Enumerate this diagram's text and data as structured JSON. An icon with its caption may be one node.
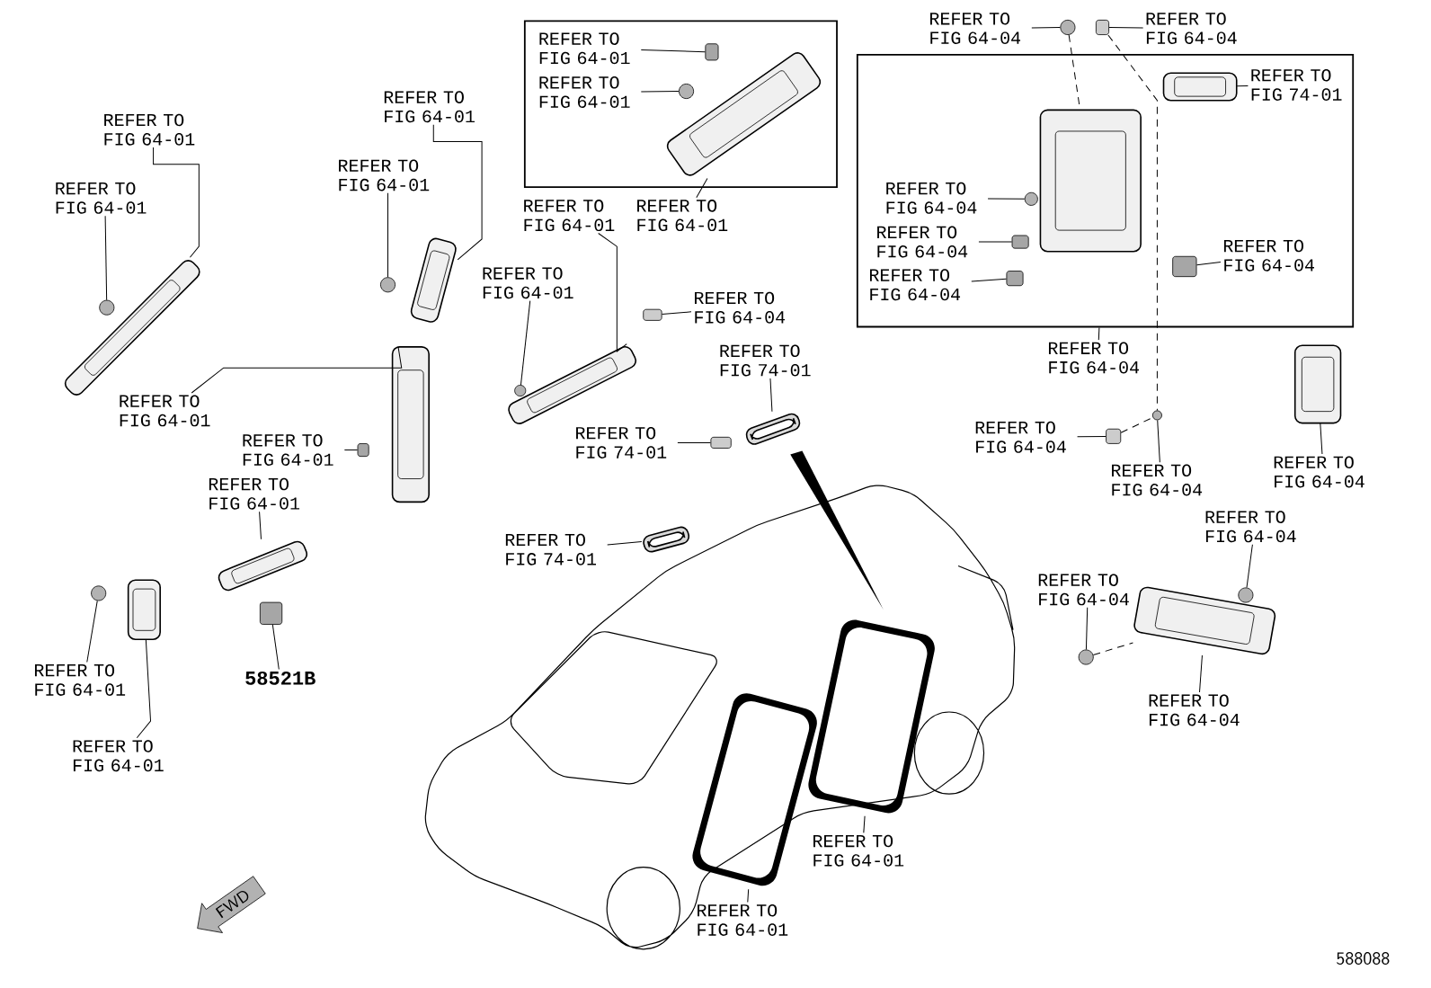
{
  "diagram": {
    "nodes": [
      {
        "text": [],
        "shape": "box"
      },
      {
        "text": [],
        "shape": "box"
      },
      {
        "text": [
          "REFER TO FIG 64-01"
        ]
      },
      {
        "text": [
          "REFER TO FIG 64-01"
        ]
      },
      {
        "text": [
          "REFER TO FIG 64-01"
        ]
      },
      {
        "text": [
          "REFER TO FIG 64-01"
        ]
      },
      {
        "text": [
          "REFER TO FIG 64-01"
        ]
      },
      {
        "text": [
          "REFER TO FIG 64-01"
        ]
      },
      {
        "text": [
          "REFER TO FIG 64-01"
        ]
      },
      {
        "text": [
          "58521B"
        ]
      },
      {
        "text": [
          "REFER TO FIG 64-01"
        ]
      },
      {
        "text": [
          "REFER TO FIG 64-01"
        ]
      },
      {
        "text": [
          "REFER TO FIG 64-01"
        ],
        "in": 0
      },
      {
        "text": [
          "REFER TO FIG 64-01"
        ],
        "in": 0
      },
      {
        "text": [
          "REFER TO FIG 64-01"
        ]
      },
      {
        "text": [
          "REFER TO FIG 64-01"
        ]
      },
      {
        "text": [
          "REFER TO FIG 64-01"
        ]
      },
      {
        "text": [
          "REFER TO FIG 64-04"
        ]
      },
      {
        "text": [
          "REFER TO FIG 74-01"
        ]
      },
      {
        "text": [
          "REFER TO FIG 74-01"
        ]
      },
      {
        "text": [
          "REFER TO FIG 74-01"
        ]
      },
      {
        "text": [
          "REFER TO FIG 64-04"
        ]
      },
      {
        "text": [
          "REFER TO FIG 64-04"
        ]
      },
      {
        "text": [
          "REFER TO FIG 74-01"
        ],
        "in": 1
      },
      {
        "text": [
          "REFER TO FIG 64-04"
        ],
        "in": 1
      },
      {
        "text": [
          "REFER TO FIG 64-04"
        ],
        "in": 1
      },
      {
        "text": [
          "REFER TO FIG 64-04"
        ],
        "in": 1
      },
      {
        "text": [
          "REFER TO FIG 64-04"
        ],
        "in": 1
      },
      {
        "text": [
          "REFER TO FIG 64-04"
        ]
      },
      {
        "text": [
          "REFER TO FIG 64-04"
        ]
      },
      {
        "text": [
          "REFER TO FIG 64-04"
        ]
      },
      {
        "text": [
          "REFER TO FIG 64-04"
        ]
      },
      {
        "text": [
          "REFER TO FIG 64-04"
        ]
      },
      {
        "text": [
          "REFER TO FIG 64-04"
        ]
      },
      {
        "text": [
          "REFER TO FIG 64-04"
        ]
      },
      {
        "text": [
          "REFER TO FIG 64-01"
        ]
      },
      {
        "text": [
          "REFER TO FIG 64-01"
        ]
      },
      {
        "text": [],
        "shape": "picture"
      },
      {
        "text": [],
        "shape": "circle"
      },
      {
        "text": [],
        "shape": "picture"
      },
      {
        "text": [],
        "shape": "circle"
      },
      {
        "text": [],
        "shape": "picture"
      },
      {
        "text": [],
        "shape": "box"
      },
      {
        "text": [],
        "shape": "picture"
      },
      {
        "text": [],
        "shape": "box"
      },
      {
        "text": [],
        "shape": "circle"
      },
      {
        "text": [],
        "shape": "picture"
      },
      {
        "text": [],
        "shape": "box",
        "in": 0
      },
      {
        "text": [],
        "shape": "circle",
        "in": 0
      },
      {
        "text": [],
        "shape": "picture",
        "in": 0
      },
      {
        "text": [],
        "shape": "picture"
      },
      {
        "text": [],
        "shape": "circle"
      },
      {
        "text": [],
        "shape": "box"
      },
      {
        "text": [],
        "shape": "picture"
      },
      {
        "text": [],
        "shape": "box"
      },
      {
        "text": [],
        "shape": "picture"
      },
      {
        "text": [],
        "shape": "circle"
      },
      {
        "text": [],
        "shape": "box"
      },
      {
        "text": [],
        "shape": "picture",
        "in": 1
      },
      {
        "text": [],
        "shape": "picture",
        "in": 1
      },
      {
        "text": [],
        "shape": "circle",
        "in": 1
      },
      {
        "text": [],
        "shape": "box",
        "in": 1
      },
      {
        "text": [],
        "shape": "box",
        "in": 1
      },
      {
        "text": [],
        "shape": "box",
        "in": 1
      },
      {
        "text": [],
        "shape": "box"
      },
      {
        "text": [],
        "shape": "circle"
      },
      {
        "text": [],
        "shape": "picture"
      },
      {
        "text": [],
        "shape": "circle"
      },
      {
        "text": [],
        "shape": "circle"
      },
      {
        "text": [],
        "shape": "picture"
      },
      {
        "text": [],
        "shape": "picture"
      },
      {
        "text": [],
        "shape": "picture"
      }
    ],
    "edges": [
      {
        "from": 2,
        "to": 37,
        "arrow": "none"
      },
      {
        "from": 3,
        "to": 38,
        "arrow": "none"
      },
      {
        "from": 4,
        "to": 39,
        "arrow": "none"
      },
      {
        "from": 5,
        "to": 40,
        "arrow": "none"
      },
      {
        "from": 6,
        "to": 41,
        "arrow": "none"
      },
      {
        "from": 7,
        "to": 42,
        "arrow": "none"
      },
      {
        "from": 8,
        "to": 43,
        "arrow": "none"
      },
      {
        "from": 9,
        "to": 44,
        "arrow": "none"
      },
      {
        "from": 10,
        "to": 45,
        "arrow": "none"
      },
      {
        "from": 11,
        "to": 46,
        "arrow": "none"
      },
      {
        "from": 12,
        "to": 47,
        "arrow": "none"
      },
      {
        "from": 13,
        "to": 48,
        "arrow": "none"
      },
      {
        "from": 14,
        "to": 49,
        "arrow": "none"
      },
      {
        "from": 15,
        "to": 50,
        "arrow": "none"
      },
      {
        "from": 16,
        "to": 51,
        "arrow": "none"
      },
      {
        "from": 17,
        "to": 52,
        "arrow": "none"
      },
      {
        "from": 18,
        "to": 53,
        "arrow": "none"
      },
      {
        "from": 19,
        "to": 54,
        "arrow": "none"
      },
      {
        "from": 20,
        "to": 55,
        "arrow": "none"
      },
      {
        "from": 21,
        "to": 56,
        "arrow": "none"
      },
      {
        "from": 22,
        "to": 57,
        "arrow": "none"
      },
      {
        "from": 23,
        "to": 58,
        "arrow": "none"
      },
      {
        "from": 24,
        "to": 60,
        "arrow": "none"
      },
      {
        "from": 25,
        "to": 61,
        "arrow": "none"
      },
      {
        "from": 26,
        "to": 62,
        "arrow": "none"
      },
      {
        "from": 27,
        "to": 63,
        "arrow": "none"
      },
      {
        "from": 28,
        "to": 1,
        "arrow": "none"
      },
      {
        "from": 29,
        "to": 64,
        "arrow": "none"
      },
      {
        "from": 30,
        "to": 65,
        "arrow": "none"
      },
      {
        "from": 31,
        "to": 66,
        "arrow": "none"
      },
      {
        "from": 32,
        "to": 67,
        "arrow": "none"
      },
      {
        "from": 33,
        "to": 68,
        "arrow": "none"
      },
      {
        "from": 34,
        "to": 69,
        "arrow": "none"
      },
      {
        "from": 35,
        "to": 70,
        "arrow": "none"
      },
      {
        "from": 36,
        "to": 71,
        "arrow": "none"
      },
      {
        "from": 56,
        "to": 59,
        "arrow": "none",
        "style": "dashed"
      },
      {
        "from": 57,
        "to": 65,
        "arrow": "none",
        "style": "dashed"
      },
      {
        "from": 64,
        "to": 65,
        "arrow": "none",
        "style": "dashed"
      },
      {
        "from": 68,
        "to": 69,
        "arrow": "none",
        "style": "dashed"
      }
    ],
    "labels": [
      "FWD",
      "588088"
    ]
  }
}
